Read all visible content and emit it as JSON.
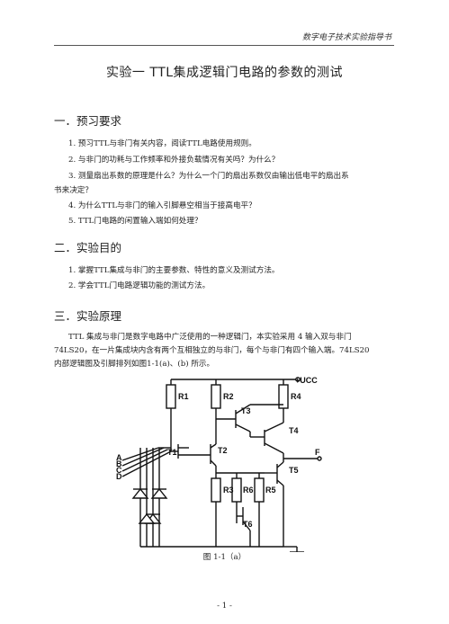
{
  "header": {
    "running_title": "数字电子技术实验指导书"
  },
  "title": "实验一 TTL集成逻辑门电路的参数的测试",
  "sections": [
    {
      "heading": "一．预习要求",
      "items": [
        "1. 预习TTL与非门有关内容，阅读TTL电路使用规则。",
        "2. 与非门的功耗与工作频率和外接负载情况有关吗？为什么？",
        "3. 测量扇出系数的原理是什么？为什么一个门的扇出系数仅由输出低电平的扇出系",
        "书来决定？",
        "4. 为什么TTL与非门的输入引脚悬空相当于接高电平？",
        "5. TTL门电路的闲置输入端如何处理？"
      ]
    },
    {
      "heading": "二．实验目的",
      "items": [
        "1. 掌握TTL集成与非门的主要参数、特性的意义及测试方法。",
        "2. 学会TTL门电路逻辑功能的测试方法。"
      ]
    },
    {
      "heading": "三．实验原理",
      "paragraph": [
        "TTL 集成与非门是数字电路中广泛使用的一种逻辑门，本实验采用 4 输入双与非门",
        "74LS20，在一片集成块内含有两个互相独立的与非门，每个与非门有四个输入端。74LS20",
        "内部逻辑图及引脚排列如图1-1(a)、(b) 所示。"
      ]
    }
  ],
  "figure": {
    "labels": {
      "r1": "R1",
      "r2": "R2",
      "r3": "R3",
      "r4": "R4",
      "r5": "R5",
      "r6": "R6",
      "t1": "T1",
      "t2": "T2",
      "t3": "T3",
      "t4": "T4",
      "t5": "T5",
      "t6": "T6",
      "vcc": "+UCC",
      "out": "F",
      "a": "A",
      "b": "B",
      "c": "C",
      "d": "D"
    },
    "caption": "图 1-1（a）"
  },
  "page_number": "- 1 -"
}
